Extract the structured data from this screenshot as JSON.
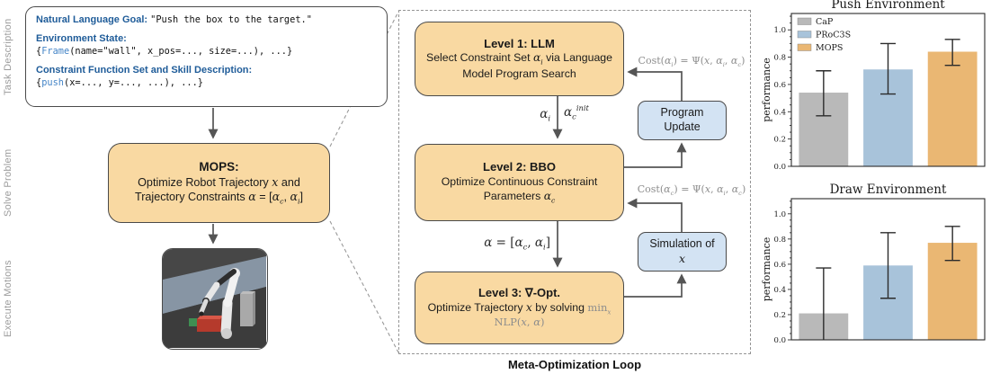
{
  "sidebar": {
    "labels": [
      "Task Description",
      "Solve Problem",
      "Execute Motions"
    ]
  },
  "task_box": {
    "goal_label": "Natural Language Goal:",
    "goal_value": "\"Push the box to the target.\"",
    "env_label": "Environment State:",
    "env_code": {
      "open": "{",
      "kw": "Frame",
      "rest": "(name=\"wall\", x_pos=..., size=...), ...}"
    },
    "constraint_label": "Constraint Function Set and Skill Description:",
    "constraint_code": {
      "open": "{",
      "kw": "push",
      "rest": "(x=..., y=..., ...), ...}"
    }
  },
  "mops_box": {
    "title": "MOPS:",
    "body_html": "Optimize Robot Trajectory <em>x</em> and Trajectory Constraints <em>α</em> = [<em>α<sub>c</sub></em>, <em>α<sub>i</sub></em>]"
  },
  "loop": {
    "caption": "Meta-Optimization Loop",
    "level1": {
      "title": "Level 1: LLM",
      "body_html": "Select Constraint Set <em>α<sub>i</sub></em> via Language Model Program Search"
    },
    "level2": {
      "title": "Level 2: BBO",
      "body_html": "Optimize Continuous Constraint Parameters <em>α<sub>c</sub></em>"
    },
    "level3": {
      "title": "Level 3: ∇-Opt.",
      "body_pre_html": "Optimize Trajectory <em>x</em> by solving ",
      "math_html": "min<sub><em>x</em></sub> NLP(<em>x</em>, <em>α</em>)"
    },
    "program_update_label": "Program Update",
    "simulation_html": "Simulation of <em>x</em>",
    "arrow_labels": {
      "alpha_i_html": "<em>α<sub>i</sub></em>",
      "alpha_c_init_html": "<em>α<sub>c</sub></em><sup><em>init</em></sup>",
      "alpha_full_html": "<em>α</em> = [<em>α<sub>c</sub></em>, <em>α<sub>i</sub></em>]",
      "cost_i_html": "Cost(<em>α<sub>i</sub></em>) = Ψ(<em>x</em>, <em>α<sub>i</sub></em>, <em>α<sub>c</sub></em>)",
      "cost_c_html": "Cost(<em>α<sub>c</sub></em>) = Ψ(<em>x</em>, <em>α<sub>i</sub></em>, <em>α<sub>c</sub></em>)"
    }
  },
  "colors": {
    "box_orange": "#f9d9a2",
    "box_blue": "#d3e3f3",
    "box_border": "#4a4a4a",
    "arrow": "#555555",
    "header_blue": "#1f5c99",
    "keyword_blue": "#4585c7"
  },
  "chart_data": [
    {
      "type": "bar",
      "title": "Push Environment",
      "ylabel": "performance",
      "xlabel": "",
      "categories": [
        "CaP",
        "PRoC3S",
        "MOPS"
      ],
      "values": [
        0.54,
        0.71,
        0.84
      ],
      "error_bars": [
        [
          0.37,
          0.7
        ],
        [
          0.53,
          0.9
        ],
        [
          0.74,
          0.93
        ]
      ],
      "bar_colors": [
        "#b9b9b9",
        "#a8c3da",
        "#eab773"
      ],
      "ylim": [
        0,
        1.12
      ],
      "yticks": [
        0.0,
        0.2,
        0.4,
        0.6,
        0.8,
        1.0
      ],
      "grid": false,
      "legend": true,
      "legend_position": "upper left"
    },
    {
      "type": "bar",
      "title": "Draw Environment",
      "ylabel": "performance",
      "xlabel": "",
      "categories": [
        "CaP",
        "PRoC3S",
        "MOPS"
      ],
      "values": [
        0.21,
        0.59,
        0.77
      ],
      "error_bars": [
        [
          0.0,
          0.57
        ],
        [
          0.33,
          0.85
        ],
        [
          0.63,
          0.9
        ]
      ],
      "bar_colors": [
        "#b9b9b9",
        "#a8c3da",
        "#eab773"
      ],
      "ylim": [
        0,
        1.12
      ],
      "yticks": [
        0.0,
        0.2,
        0.4,
        0.6,
        0.8,
        1.0
      ],
      "grid": false,
      "legend": false,
      "legend_position": "none"
    }
  ]
}
